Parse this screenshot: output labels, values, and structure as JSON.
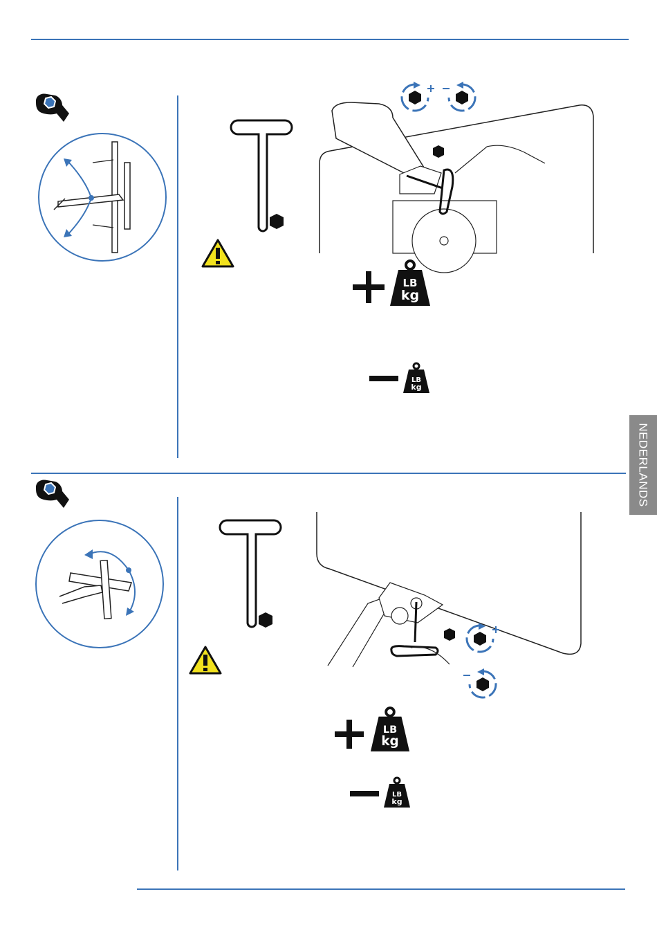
{
  "side_tab": {
    "label": "NEDERLANDS"
  },
  "colors": {
    "accent": "#3b74b8",
    "warning": "#f2e21e",
    "tab": "#8a8a8a",
    "ink": "#1a1a1a"
  },
  "icons": {
    "tool": "hex-wrench-hand-icon",
    "allen_key": "allen-key-icon",
    "hex": "hex-bolt-icon",
    "warning": "warning-triangle-icon",
    "weight": "weight-icon",
    "rotate_cw": "rotate-clockwise-plus-icon",
    "rotate_ccw": "rotate-counterclockwise-minus-icon"
  },
  "section1": {
    "weight_large": {
      "line1": "LB",
      "line2": "kg"
    },
    "weight_small": {
      "line1": "LB",
      "line2": "kg"
    }
  },
  "section2": {
    "weight_large": {
      "line1": "LB",
      "line2": "kg"
    },
    "weight_small": {
      "line1": "LB",
      "line2": "kg"
    }
  }
}
